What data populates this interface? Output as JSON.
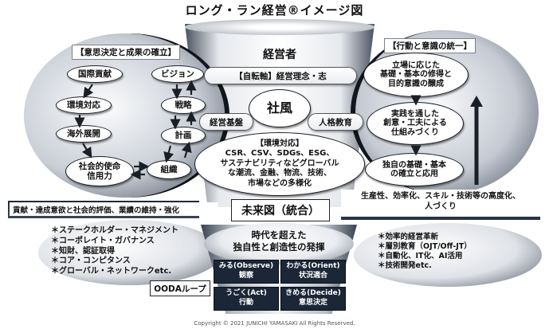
{
  "title": "ロング・ラン経営®イメージ図",
  "left_panel": {
    "header": "【意思決定と成果の確立】",
    "nodes": {
      "kokusai": "国際貢献",
      "kankyo": "環境対応",
      "kaigai": "海外展開",
      "shakai_1": "社会的使命",
      "shakai_2": "信用力",
      "vision": "ビジョン",
      "senryaku": "戦略",
      "keikaku": "計画",
      "soshiki": "組織"
    }
  },
  "right_panel": {
    "header": "【行動と意識の統一】",
    "nodes": {
      "n1": "立場に応じた\n基礎・基本の修得と\n目的意識の醸成",
      "n2": "実践を通した\n創意・工夫による\n仕組みづくり",
      "n3": "独自の基礎・基本\nの確立と応用"
    }
  },
  "center": {
    "keieisha": "経営者",
    "jiritsu": "【自転軸】経営理念・志",
    "shafu": "社風",
    "kiban": "経営基盤",
    "jinkaku": "人格教育",
    "env_text": "【環境対応】\nCSR、CSV、SDGs、ESG、\nサステナビリティなどグローバル\nな潮流、金融、物流、技術、\n市場などの多様化"
  },
  "mid": {
    "left_band": "貢献・達成意欲と社会的評価、業績の維持・強化",
    "future": "未来図（統合）",
    "right_band": "生産性、効率化、スキル・技術等の高度化、\n人づくり"
  },
  "bottom_left_list": [
    "＊ステークホルダー・マネジメント",
    "＊コーポレイト・ガバナンス",
    "＊知財、認証取得",
    "＊コア・コンピタンス",
    "＊グローバル・ネットワークetc."
  ],
  "bottom_right_list": [
    "＊効率的経営革新",
    "＊層別教育（OJT/Off-JT）",
    "＊自動化、IT化、AI活用",
    "＊技術開発etc."
  ],
  "bottom_center": {
    "heading": "時代を超えた\n独自性と創造性の発揮",
    "ooda_label": "OODAループ",
    "q1": "みる(Observe)\n観察",
    "q2": "わかる(Orient)\n状況適合",
    "q3": "うごく(Act)\n行動",
    "q4": "きめる(Decide)\n意思決定"
  },
  "copyright": "Copyright © 2021 JUNICHI YAMASAKI All Rights Reserved."
}
